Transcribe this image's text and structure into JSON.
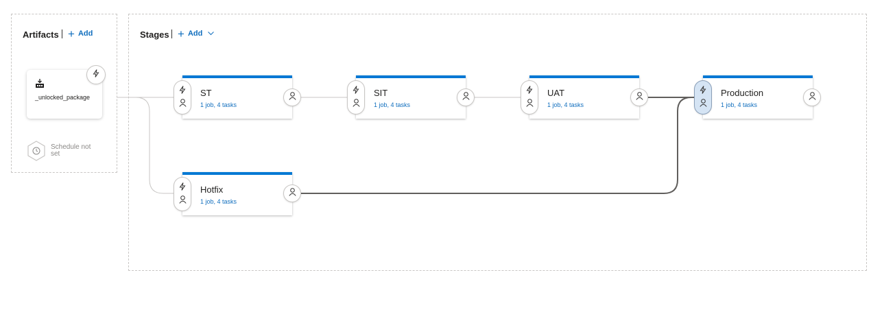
{
  "artifacts": {
    "title": "Artifacts",
    "add_label": "Add",
    "artifact_name": "_unlocked_package",
    "schedule_label": "Schedule not set"
  },
  "stages_header": {
    "title": "Stages",
    "add_label": "Add"
  },
  "stages": [
    {
      "name": "ST",
      "summary": "1 job, 4 tasks"
    },
    {
      "name": "SIT",
      "summary": "1 job, 4 tasks"
    },
    {
      "name": "UAT",
      "summary": "1 job, 4 tasks"
    },
    {
      "name": "Production",
      "summary": "1 job, 4 tasks"
    },
    {
      "name": "Hotfix",
      "summary": "1 job, 4 tasks"
    }
  ],
  "colors": {
    "accent": "#0078d4",
    "link": "#106ebe",
    "selected_condition": "#d5e4f4"
  },
  "icons": {
    "trigger": "lightning-bolt-icon",
    "approver": "person-icon",
    "schedule": "clock-icon",
    "artifact": "build-artifact-icon",
    "add": "plus-icon",
    "expand": "chevron-down-icon"
  }
}
